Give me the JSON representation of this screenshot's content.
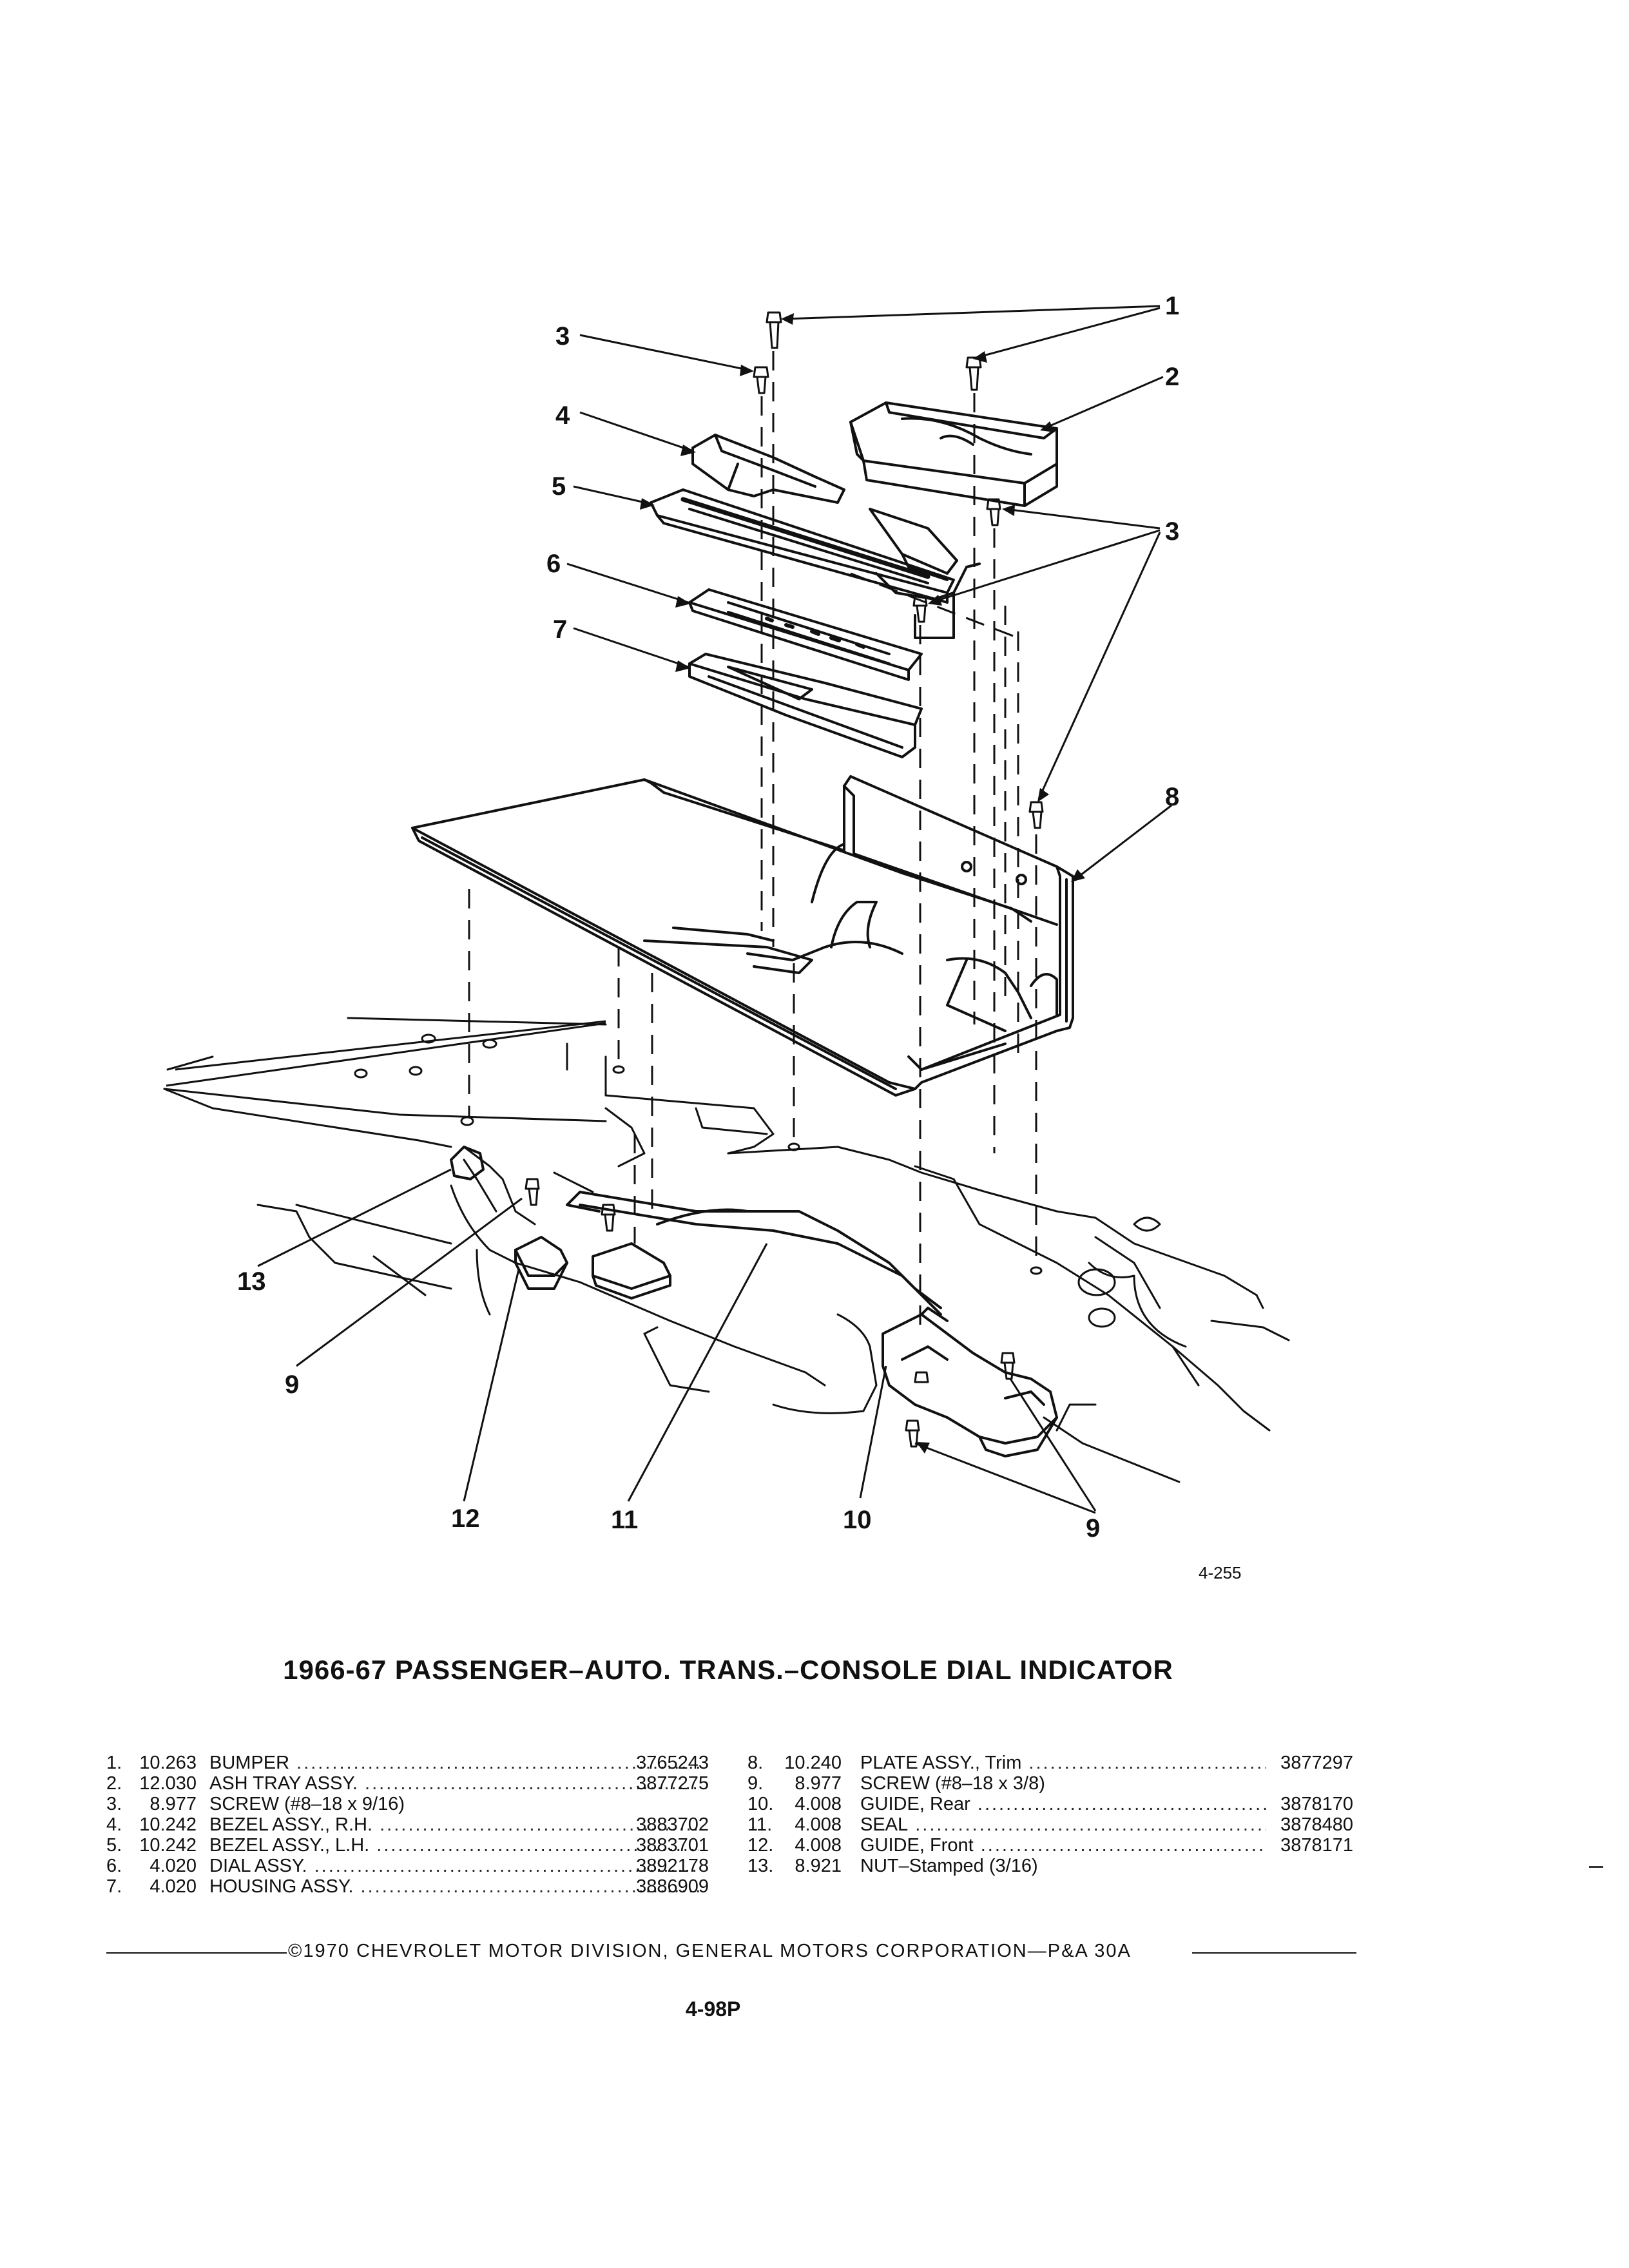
{
  "figure": {
    "figure_number": "4-255",
    "callouts": [
      "1",
      "2",
      "3",
      "4",
      "5",
      "6",
      "7",
      "8",
      "3",
      "13",
      "9",
      "12",
      "11",
      "10",
      "9"
    ]
  },
  "title": "1966-67 PASSENGER–AUTO. TRANS.–CONSOLE DIAL INDICATOR",
  "parts_left": [
    {
      "num": "1.",
      "code": "10.263",
      "desc": "BUMPER",
      "leader": true,
      "part_no": "3765243"
    },
    {
      "num": "2.",
      "code": "12.030",
      "desc": "ASH TRAY ASSY.",
      "leader": true,
      "part_no": "3877275"
    },
    {
      "num": "3.",
      "code": "8.977",
      "desc": "SCREW (#8–18 x 9/16)",
      "leader": false,
      "part_no": ""
    },
    {
      "num": "4.",
      "code": "10.242",
      "desc": "BEZEL ASSY., R.H.",
      "leader": true,
      "part_no": "3883702"
    },
    {
      "num": "5.",
      "code": "10.242",
      "desc": "BEZEL ASSY., L.H.",
      "leader": true,
      "part_no": "3883701"
    },
    {
      "num": "6.",
      "code": "4.020",
      "desc": "DIAL ASSY.",
      "leader": true,
      "part_no": "3892178"
    },
    {
      "num": "7.",
      "code": "4.020",
      "desc": "HOUSING ASSY.",
      "leader": true,
      "part_no": "3886909"
    }
  ],
  "parts_right": [
    {
      "num": "8.",
      "code": "10.240",
      "desc": "PLATE ASSY., Trim",
      "leader": true,
      "part_no": "3877297"
    },
    {
      "num": "9.",
      "code": "8.977",
      "desc": "SCREW (#8–18 x 3/8)",
      "leader": false,
      "part_no": ""
    },
    {
      "num": "10.",
      "code": "4.008",
      "desc": "GUIDE, Rear",
      "leader": true,
      "part_no": "3878170"
    },
    {
      "num": "11.",
      "code": "4.008",
      "desc": "SEAL",
      "leader": true,
      "part_no": "3878480"
    },
    {
      "num": "12.",
      "code": "4.008",
      "desc": "GUIDE, Front",
      "leader": true,
      "part_no": "3878171"
    },
    {
      "num": "13.",
      "code": "8.921",
      "desc": "NUT–Stamped (3/16)",
      "leader": false,
      "part_no": ""
    }
  ],
  "copyright": "©1970 CHEVROLET MOTOR DIVISION, GENERAL MOTORS CORPORATION—P&A 30A",
  "page_number": "4-98P"
}
